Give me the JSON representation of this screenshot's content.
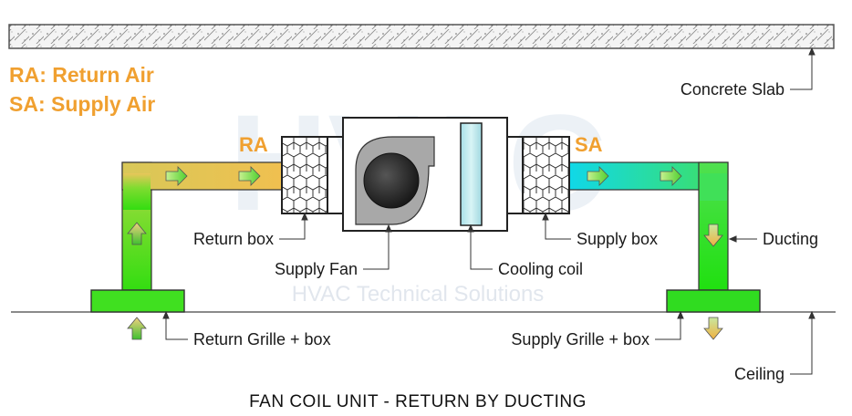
{
  "legend": {
    "ra": "RA: Return Air",
    "sa": "SA: Supply Air"
  },
  "tags": {
    "ra": "RA",
    "sa": "SA"
  },
  "labels": {
    "concrete_slab": "Concrete Slab",
    "return_box": "Return box",
    "supply_fan": "Supply Fan",
    "cooling_coil": "Cooling coil",
    "supply_box": "Supply box",
    "ducting": "Ducting",
    "return_grille": "Return Grille + box",
    "supply_grille": "Supply Grille + box",
    "ceiling": "Ceiling"
  },
  "watermark": "HVAC Technical Solutions",
  "caption": "FAN COIL UNIT - RETURN BY DUCTING",
  "colors": {
    "legend_orange": "#f0a030",
    "return_green": "#33dd11",
    "return_yellow": "#f0c850",
    "supply_green": "#30e020",
    "supply_cyan": "#10d8e8"
  }
}
